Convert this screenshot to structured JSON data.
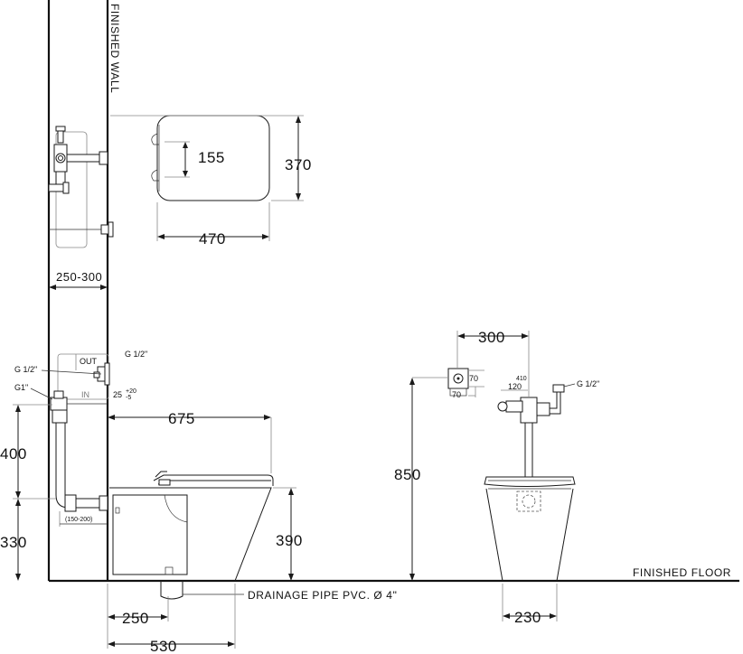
{
  "labels": {
    "finished_wall": "FINISHED  WALL",
    "finished_floor": "FINISHED  FLOOR",
    "drainage_pipe": "DRAINAGE PIPE PVC. Ø 4\"",
    "out": "OUT",
    "in": "IN",
    "g_half_top": "G 1/2\"",
    "g_half_left": "G 1/2\"",
    "g_one": "G1\"",
    "g_half_right": "G 1/2\"",
    "in_offset": "25",
    "in_offset_plus": "+20",
    "in_offset_minus": "-5",
    "range_small": "(150-200)"
  },
  "dimensions": {
    "seat_inner": "155",
    "seat_height": "370",
    "seat_width": "470",
    "wall_depth": "250-300",
    "bowl_length": "675",
    "bowl_height": "390",
    "tank_height": "400",
    "inlet_height": "330",
    "drain_offset": "250",
    "base_length": "530",
    "valve_spacing": "300",
    "box_70_a": "70",
    "box_70_b": "70",
    "small_410": "410",
    "small_120": "120",
    "total_height": "850",
    "base_width": "230"
  }
}
